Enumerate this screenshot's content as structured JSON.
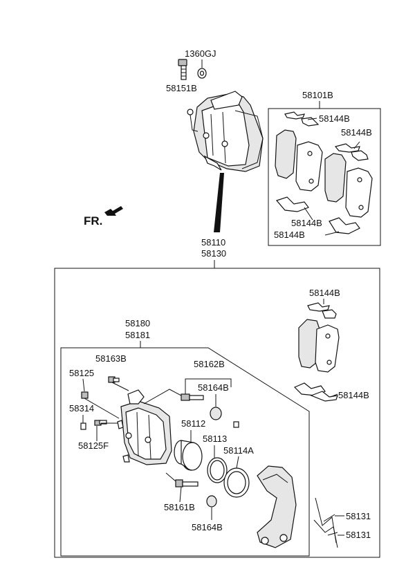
{
  "labels": {
    "p1360GJ": "1360GJ",
    "p58151B": "58151B",
    "p58101B": "58101B",
    "p58144B_kit_a": "58144B",
    "p58144B_kit_b": "58144B",
    "p58144B_kit_c": "58144B",
    "p58144B_kit_d": "58144B",
    "fr": "FR.",
    "p58110": "58110",
    "p58130": "58130",
    "p58144B_mid_a": "58144B",
    "p58144B_mid_b": "58144B",
    "p58180": "58180",
    "p58181": "58181",
    "p58163B": "58163B",
    "p58125": "58125",
    "p58314": "58314",
    "p58125F": "58125F",
    "p58162B": "58162B",
    "p58164B_top": "58164B",
    "p58112": "58112",
    "p58113": "58113",
    "p58114A": "58114A",
    "p58161B": "58161B",
    "p58164B_bot": "58164B",
    "p58131_a": "58131",
    "p58131_b": "58131"
  }
}
